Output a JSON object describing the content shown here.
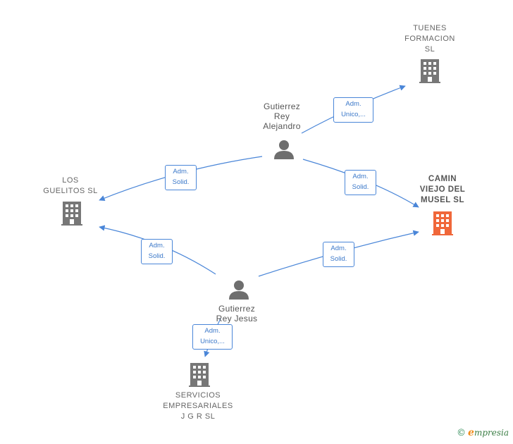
{
  "colors": {
    "edge": "#4a86d8",
    "company": "#777777",
    "company_highlight": "#f0673a",
    "person": "#6e6e6e"
  },
  "nodes": {
    "tuenes": {
      "label": "TUENES\nFORMACION\nSL",
      "icon": "building-icon"
    },
    "los_guelitos": {
      "label": "LOS\nGUELITOS  SL",
      "icon": "building-icon"
    },
    "camin": {
      "label": "CAMIN\nVIEJO DEL\nMUSEL  SL",
      "icon": "building-icon"
    },
    "servicios": {
      "label": "SERVICIOS\nEMPRESARIALES\nJ G R  SL",
      "icon": "building-icon"
    },
    "gutierrez_alejandro": {
      "label": "Gutierrez\nRey\nAlejandro",
      "icon": "person-icon"
    },
    "gutierrez_jesus": {
      "label": "Gutierrez\nRey Jesus",
      "icon": "person-icon"
    }
  },
  "edges": {
    "alejandro_tuenes": "Adm.\nUnico,...",
    "alejandro_guelitos": "Adm.\nSolid.",
    "alejandro_camin": "Adm.\nSolid.",
    "jesus_guelitos": "Adm.\nSolid.",
    "jesus_camin": "Adm.\nSolid.",
    "jesus_servicios": "Adm.\nUnico,..."
  },
  "brand": {
    "copyright": "©",
    "name_initial": "e",
    "name_rest": "mpresia"
  }
}
